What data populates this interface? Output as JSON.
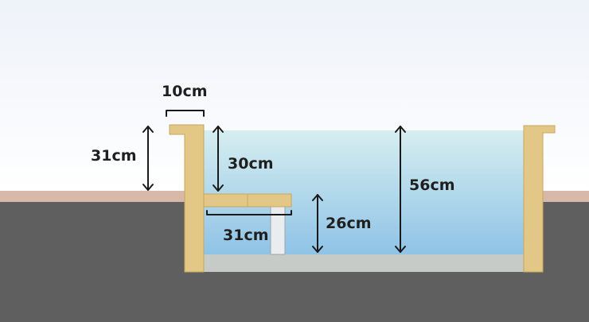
{
  "diagram": {
    "labels": {
      "wall_thickness": "10cm",
      "wall_above_ground": "31cm",
      "step_to_water_top": "30cm",
      "step_width": "31cm",
      "step_height": "26cm",
      "pool_depth": "56cm"
    },
    "colors": {
      "sky_top": "#eef2f9",
      "sky_bottom": "#ffffff",
      "water_top": "#d6eef0",
      "water_bottom": "#8fc3e6",
      "ground": "#5f5f5f",
      "ground_surface": "#d8b9a9",
      "wall": "#e2c786",
      "wall_stroke": "#c9a75c",
      "pool_floor": "#c7cbc8",
      "step_post": "#e9edf0",
      "arrow": "#1a1a1a"
    }
  }
}
